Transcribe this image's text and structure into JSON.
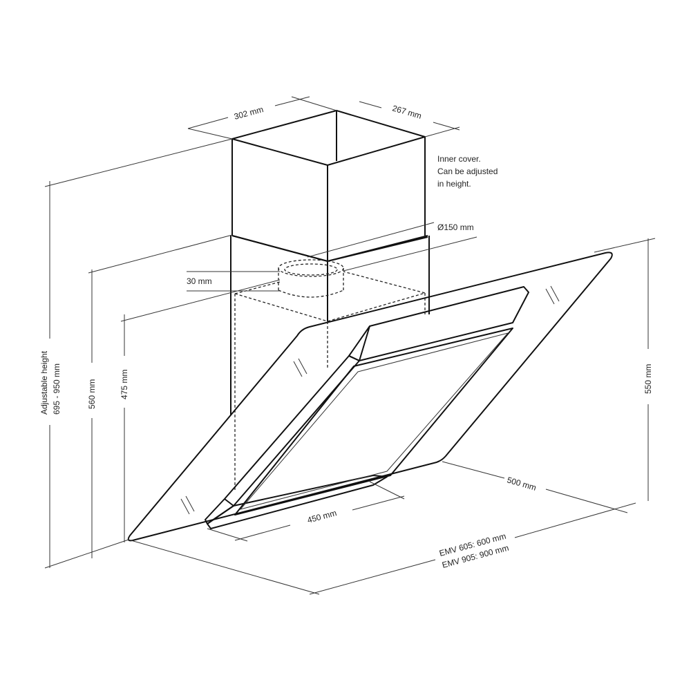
{
  "dimensions": {
    "chimney_width": "302 mm",
    "chimney_depth": "267 mm",
    "duct_diameter": "Ø150 mm",
    "duct_height": "30 mm",
    "adjustable_height_label": "Adjustable height",
    "adjustable_height_value": "695 - 950 mm",
    "height_560": "560 mm",
    "height_475": "475 mm",
    "height_550": "550 mm",
    "depth_500": "500 mm",
    "width_450": "450 mm",
    "width_emv605": "EMV 605: 600 mm",
    "width_emv905": "EMV 905: 900 mm"
  },
  "note": {
    "line1": "Inner cover.",
    "line2": "Can be adjusted",
    "line3": "in height."
  }
}
